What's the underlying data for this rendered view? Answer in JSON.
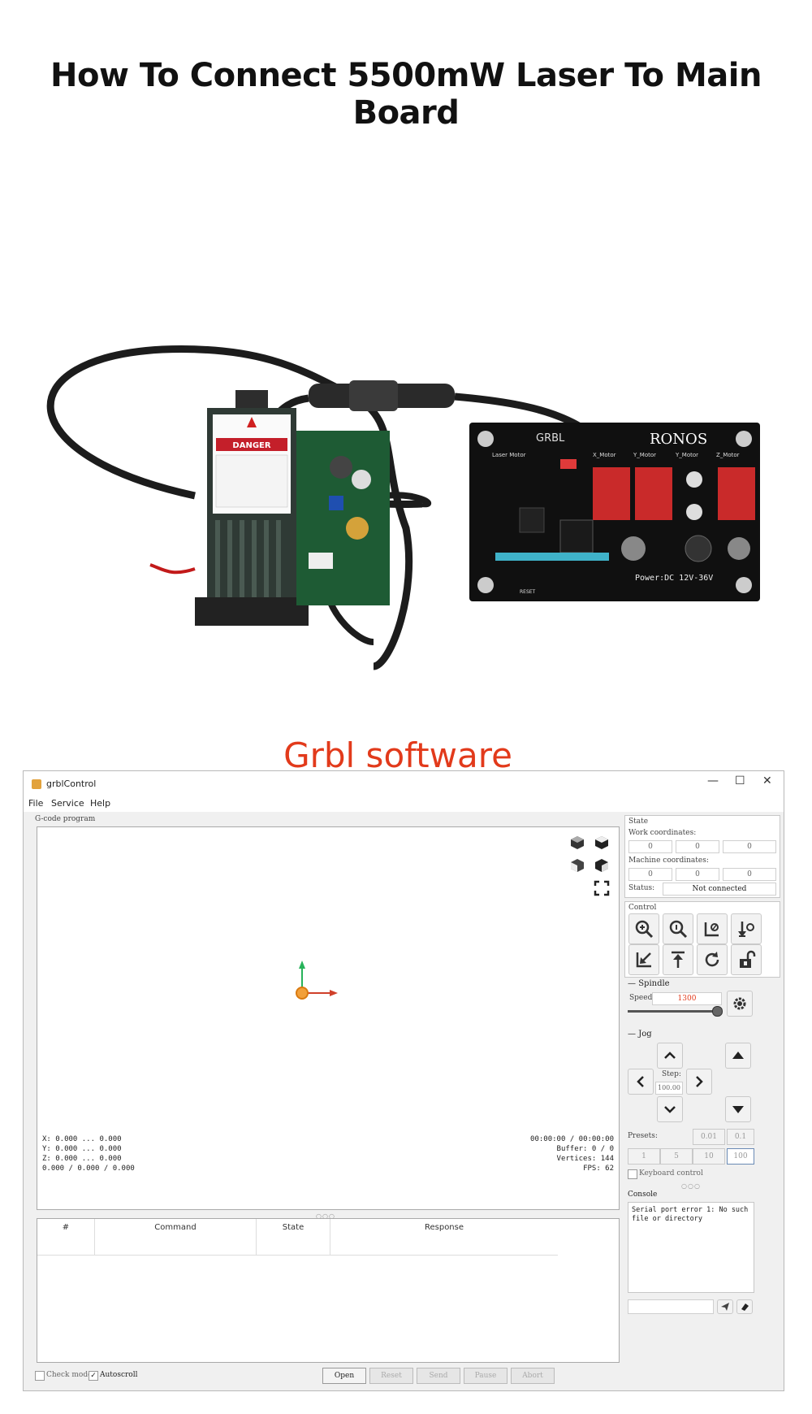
{
  "heading": "How To Connect 5500mW Laser To Main Board",
  "software_title": "Grbl software",
  "photo": {
    "danger_label": "DANGER",
    "board_brand": "RONOS",
    "board_name": "GRBL",
    "laser_motor_label": "Laser Motor",
    "x_motor_label": "X_Motor",
    "y_motor_label": "Y_Motor",
    "y2_motor_label": "Y_Motor",
    "z_motor_label": "Z_Motor",
    "power_label": "Power:DC 12V-36V",
    "reset_label": "RESET"
  },
  "window": {
    "title": "grblControl",
    "min_glyph": "—",
    "max_glyph": "☐",
    "close_glyph": "✕",
    "menu": {
      "file": "File",
      "service": "Service",
      "help": "Help"
    },
    "gcode_group": "G-code program",
    "coords": {
      "x": "X: 0.000 ... 0.000",
      "y": "Y: 0.000 ... 0.000",
      "z": "Z: 0.000 ... 0.000",
      "dims": "0.000 / 0.000 / 0.000"
    },
    "stats": {
      "time": "00:00:00 / 00:00:00",
      "buffer": "Buffer: 0 / 0",
      "vertices": "Vertices: 144",
      "fps": "FPS: 62"
    },
    "splitter": "○○○",
    "table_headers": {
      "num": "#",
      "command": "Command",
      "state": "State",
      "response": "Response"
    },
    "check_mode": "Check mode",
    "autoscroll": "Autoscroll",
    "autoscroll_mark": "✓",
    "buttons": {
      "open": "Open",
      "reset": "Reset",
      "send": "Send",
      "pause": "Pause",
      "abort": "Abort"
    },
    "state": {
      "group": "State",
      "work_coords_label": "Work coordinates:",
      "work": [
        "0",
        "0",
        "0"
      ],
      "machine_coords_label": "Machine coordinates:",
      "machine": [
        "0",
        "0",
        "0"
      ],
      "status_label": "Status:",
      "status": "Not connected"
    },
    "control_group": "Control",
    "spindle": {
      "group": "Spindle",
      "speed_label": "Speed:",
      "speed": "1300",
      "slider": 0.95
    },
    "jog": {
      "group": "Jog",
      "step_label": "Step:",
      "step": "100.00",
      "presets_label": "Presets:",
      "presets_top": [
        "0.01",
        "0.1"
      ],
      "presets_bottom": [
        "1",
        "5",
        "10",
        "100"
      ],
      "keyboard": "Keyboard control"
    },
    "console": {
      "group": "Console",
      "dots": "○○○",
      "text": "Serial port error 1: No such file or directory"
    },
    "accent": "#e23a1b"
  }
}
